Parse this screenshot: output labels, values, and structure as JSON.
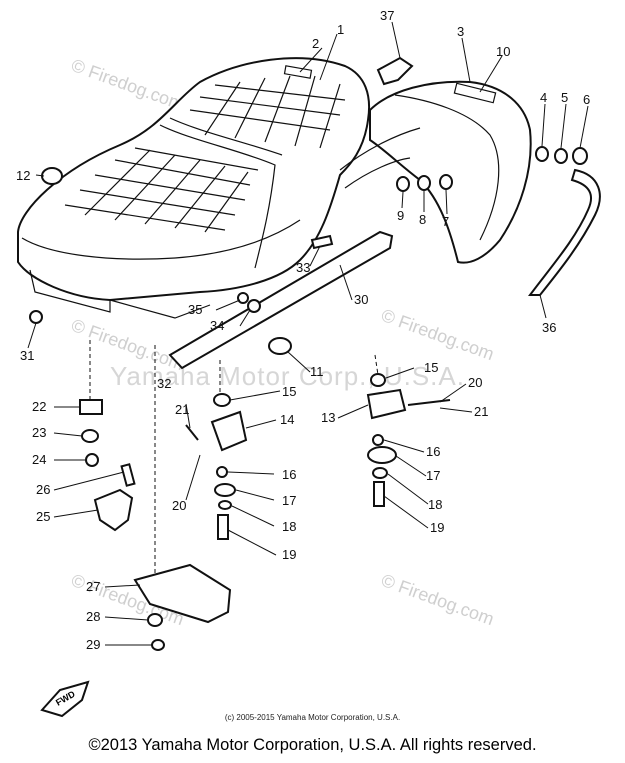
{
  "watermarks": {
    "site": "© Firedog.com",
    "manufacturer": "Yamaha Motor Corp., U.S.A."
  },
  "callouts": {
    "c1": "1",
    "c2": "2",
    "c3": "3",
    "c4": "4",
    "c5": "5",
    "c6": "6",
    "c7": "7",
    "c8": "8",
    "c9": "9",
    "c10": "10",
    "c11": "11",
    "c12": "12",
    "c13": "13",
    "c14": "14",
    "c15a": "15",
    "c15b": "15",
    "c16a": "16",
    "c16b": "16",
    "c17a": "17",
    "c17b": "17",
    "c18a": "18",
    "c18b": "18",
    "c19a": "19",
    "c19b": "19",
    "c20a": "20",
    "c20b": "20",
    "c21a": "21",
    "c21b": "21",
    "c22": "22",
    "c23": "23",
    "c24": "24",
    "c25": "25",
    "c26": "26",
    "c27": "27",
    "c28": "28",
    "c29": "29",
    "c30": "30",
    "c31": "31",
    "c32": "32",
    "c33": "33",
    "c34": "34",
    "c35": "35",
    "c36": "36",
    "c37": "37"
  },
  "small_copyright": "(c) 2005-2015 Yamaha Motor Corporation, U.S.A.",
  "footer": "©2013 Yamaha Motor Corporation, U.S.A. All rights reserved.",
  "fwd_label": "FWD"
}
